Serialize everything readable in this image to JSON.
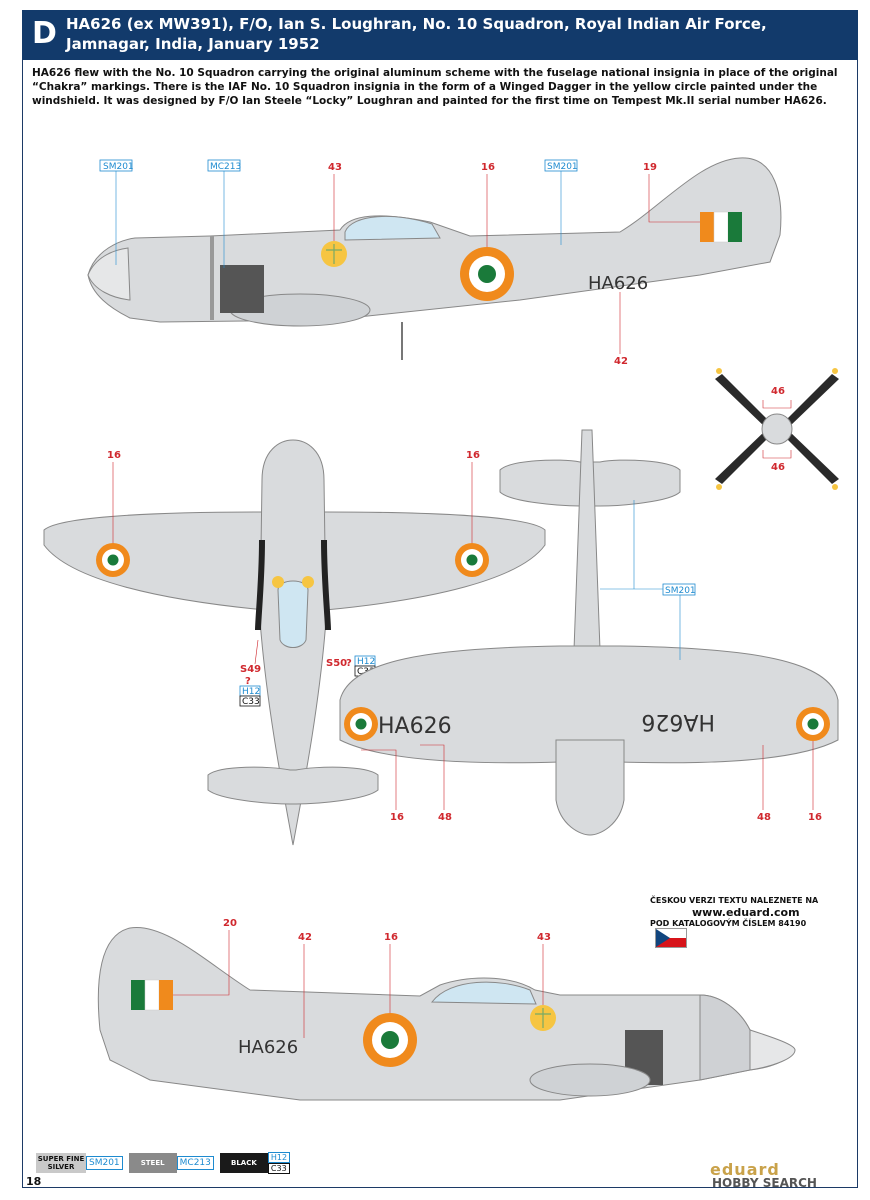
{
  "header": {
    "letter": "D",
    "title": "HA626 (ex MW391), F/O, Ian S. Loughran, No. 10 Squadron, Royal Indian Air Force, Jamnagar, India, January 1952"
  },
  "description": "HA626 flew with the No. 10 Squadron carrying the original aluminum scheme with the fuselage national insignia in place of the original “Chakra” markings. There is the IAF No. 10 Squadron insignia in the form of a Winged Dagger in the yellow circle painted under the windshield. It was designed by F/O Ian Steele “Locky” Loughran and painted for the first time on Tempest Mk.II serial number HA626.",
  "serial": "HA626",
  "callouts": {
    "sm201": "SM201",
    "mc213": "MC213",
    "h12": "H12",
    "c33": "C33",
    "s49": "S49",
    "s50": "S50",
    "q": "?",
    "n16": "16",
    "n19": "19",
    "n20": "20",
    "n42": "42",
    "n43": "43",
    "n46": "46",
    "n48": "48"
  },
  "czech_note": {
    "line1": "ČESKOU VERZI TEXTU NALEZNETE NA",
    "url": "www.eduard.com",
    "line2": "POD KATALOGOVÝM ČÍSLEM 84190"
  },
  "legend": [
    {
      "name": "SUPER FINE SILVER",
      "code": "SM201",
      "color": "#c9c9c9"
    },
    {
      "name": "STEEL",
      "code": "MC213",
      "color": "#8a8a8a"
    },
    {
      "name": "BLACK",
      "code": "H12",
      "code2": "C33",
      "color": "#1a1a1a"
    }
  ],
  "page_number": "18",
  "brand": "eduard",
  "watermark": "HOBBY SEARCH",
  "colors": {
    "header_bg": "#123a6b",
    "aluminum": "#d9dbdd",
    "saffron": "#f08a1c",
    "green": "#1a7a3a",
    "callout_red": "#d0282e",
    "callout_blue": "#1e8bd0"
  }
}
